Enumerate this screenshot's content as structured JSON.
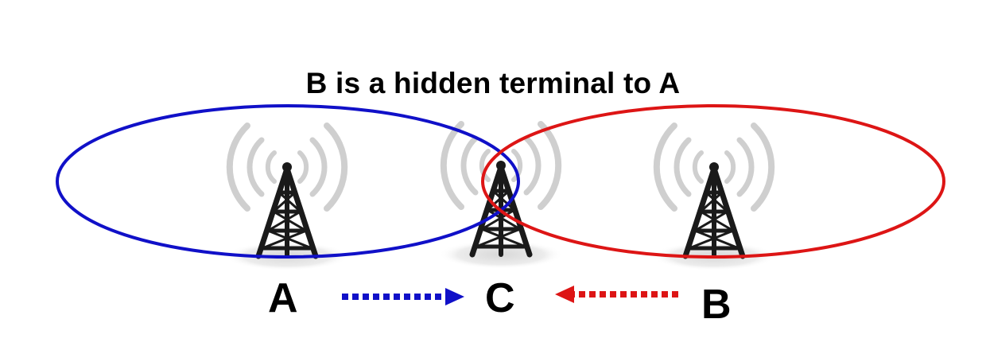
{
  "title": "B is a hidden terminal to A",
  "nodes": [
    {
      "id": "A",
      "label": "A"
    },
    {
      "id": "C",
      "label": "C"
    },
    {
      "id": "B",
      "label": "B"
    }
  ],
  "ranges": [
    {
      "node": "A",
      "color": "#1010c8"
    },
    {
      "node": "B",
      "color": "#dd1515"
    }
  ],
  "arrows": [
    {
      "from": "A",
      "to": "C",
      "style": "dotted",
      "color": "#1010c8"
    },
    {
      "from": "B",
      "to": "C",
      "style": "dotted",
      "color": "#dd1515"
    }
  ],
  "icons": [
    "radio-tower-icon",
    "radio-tower-icon",
    "radio-tower-icon"
  ]
}
